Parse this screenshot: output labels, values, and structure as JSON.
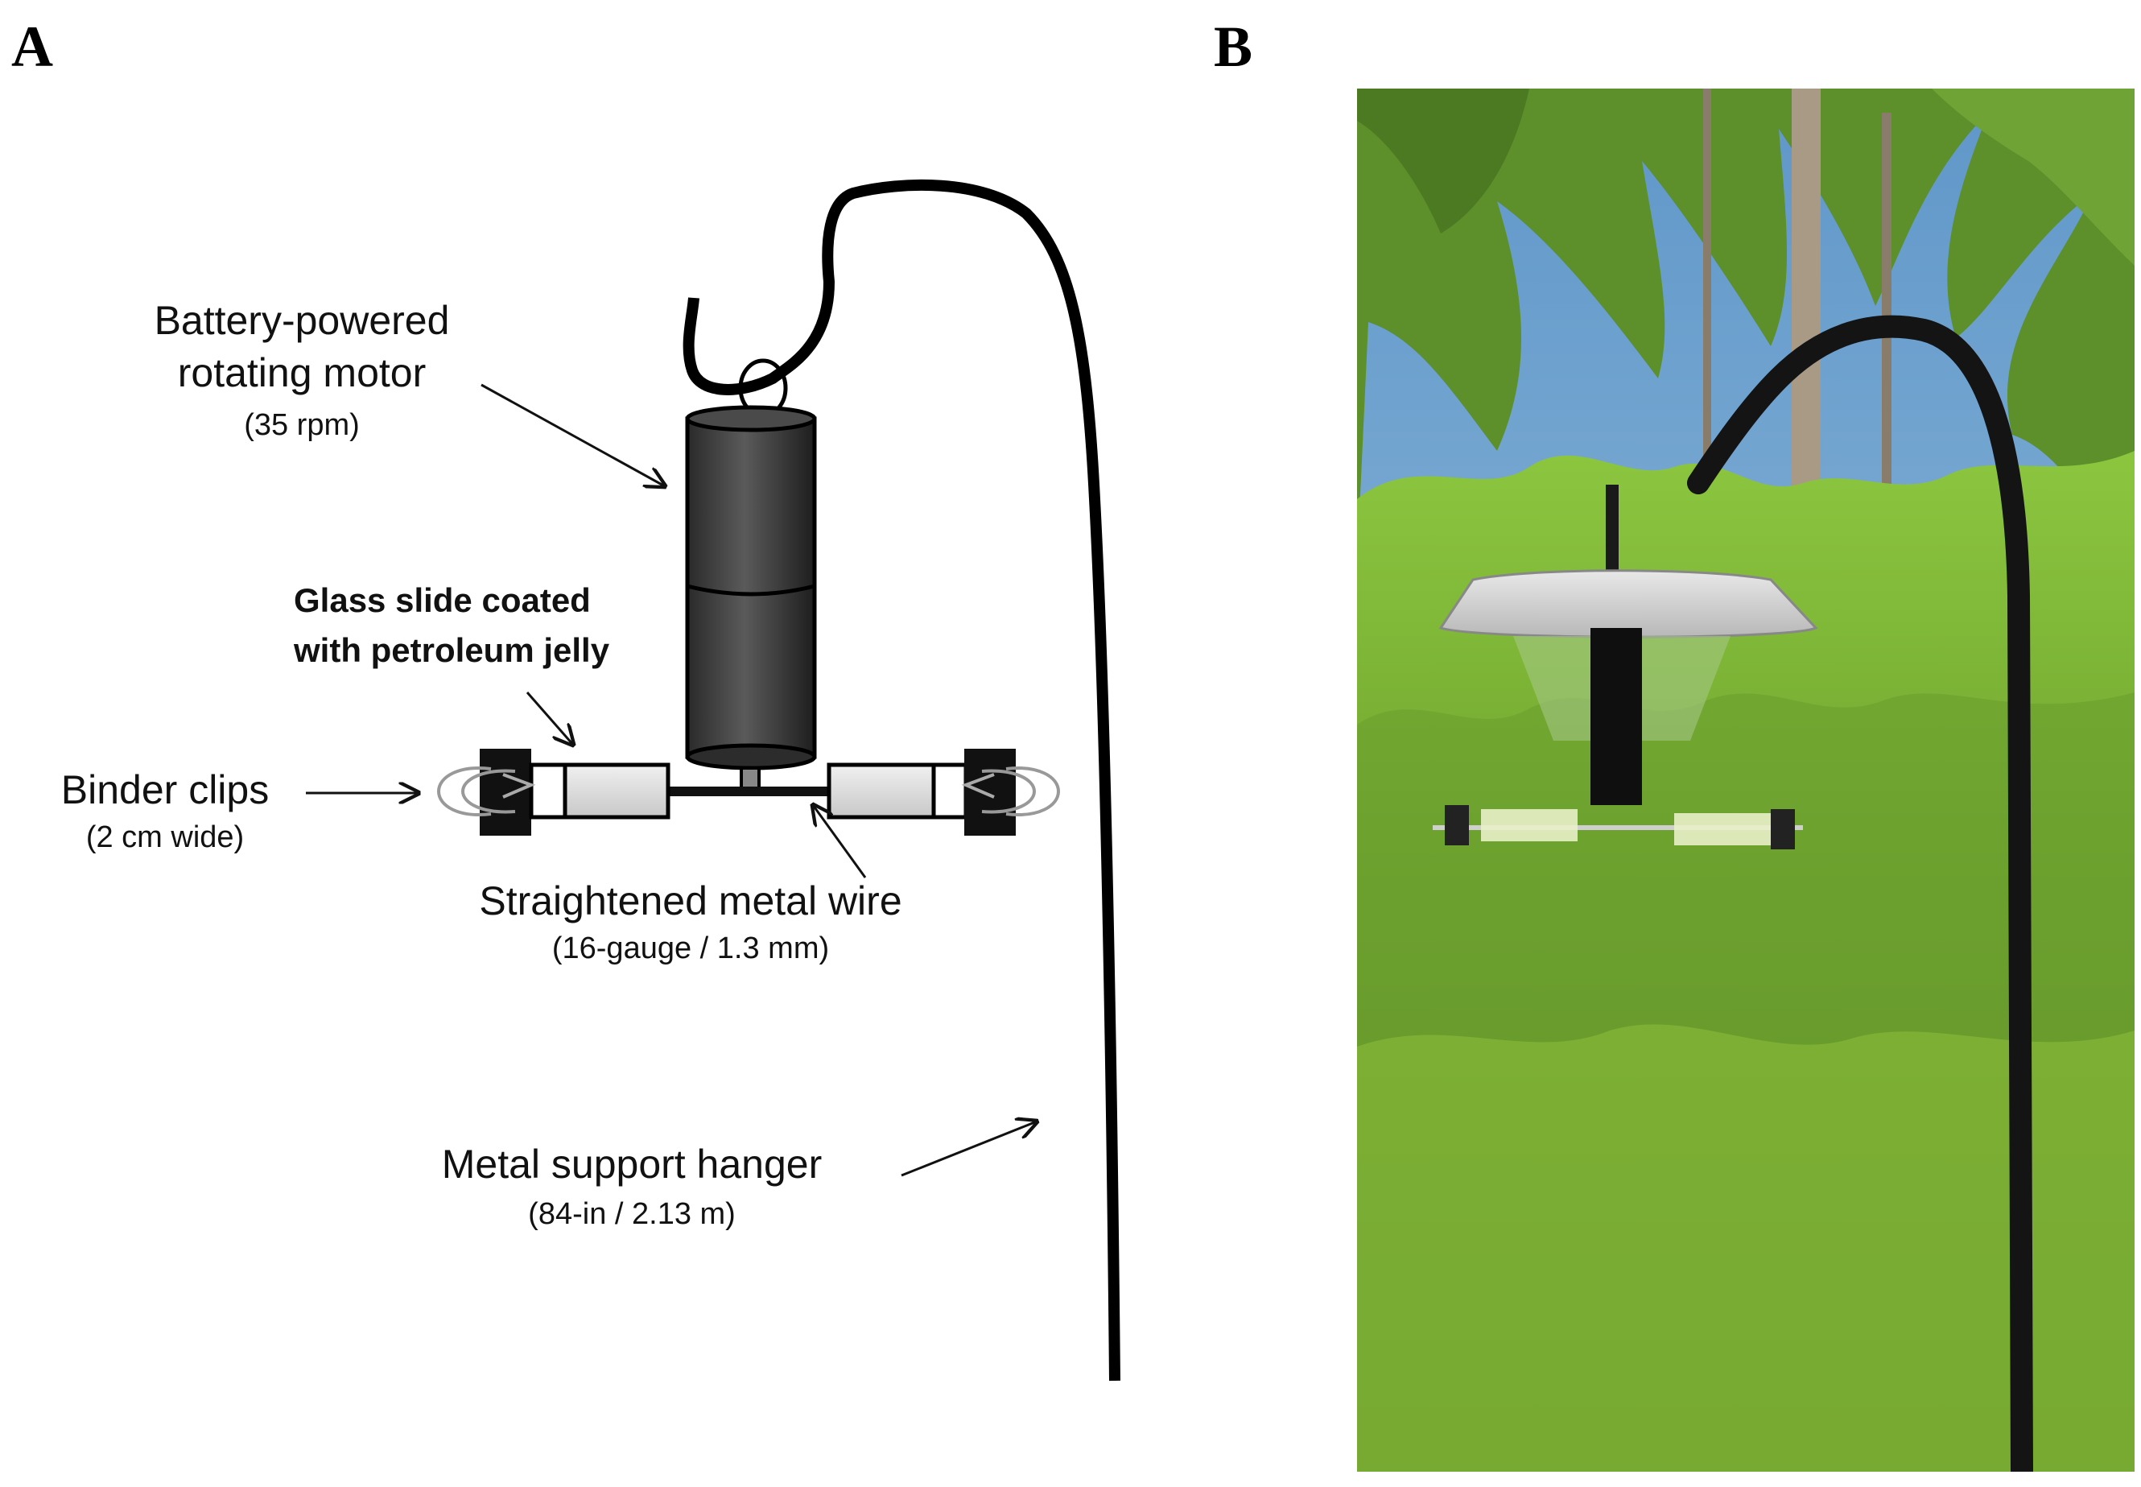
{
  "panels": {
    "a": {
      "letter": "A"
    },
    "b": {
      "letter": "B"
    }
  },
  "labels": {
    "motor": {
      "line1": "Battery-powered",
      "line2": "rotating motor",
      "detail": "(35 rpm)"
    },
    "slide": {
      "line1": "Glass slide coated",
      "line2": "with petroleum jelly"
    },
    "clips": {
      "line1": "Binder clips",
      "detail": "(2 cm wide)"
    },
    "wire": {
      "line1": "Straightened metal wire",
      "detail": "(16-gauge / 1.3 mm)"
    },
    "hanger": {
      "line1": "Metal support hanger",
      "detail": "(84-in / 2.13 m)"
    }
  },
  "colors": {
    "motor_body": "#3c3c3c",
    "slide_fill": "#d9d9d9",
    "clip": "#111111",
    "foliage": "#7fb43a",
    "sky": "#6fa8d6"
  }
}
